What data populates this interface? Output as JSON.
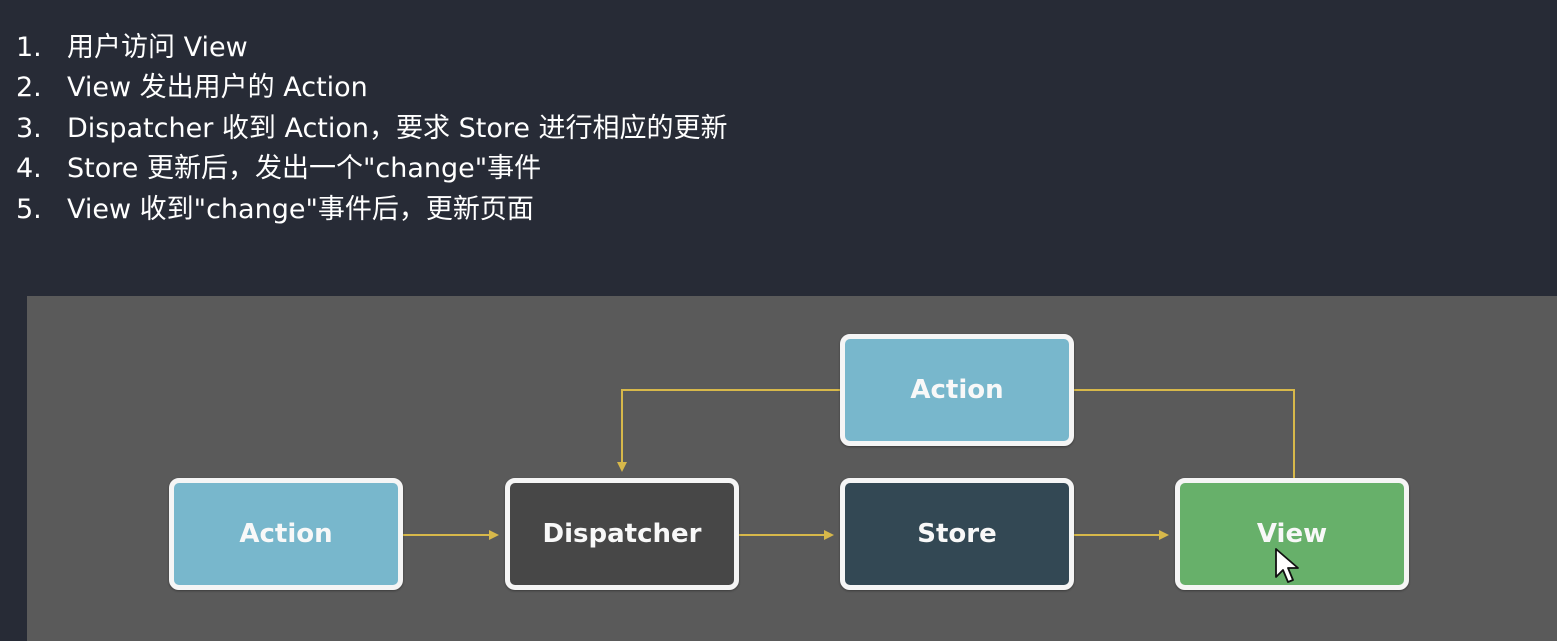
{
  "steps": [
    {
      "number": "1.",
      "text": "用户访问 View"
    },
    {
      "number": "2.",
      "text": "View 发出用户的 Action"
    },
    {
      "number": "3.",
      "text": "Dispatcher 收到 Action，要求 Store 进行相应的更新"
    },
    {
      "number": "4.",
      "text": "Store 更新后，发出一个\"change\"事件"
    },
    {
      "number": "5.",
      "text": "View 收到\"change\"事件后，更新页面"
    }
  ],
  "diagram": {
    "nodes": {
      "action_top": "Action",
      "action_left": "Action",
      "dispatcher": "Dispatcher",
      "store": "Store",
      "view": "View"
    },
    "colors": {
      "background": "#272b36",
      "panel": "#5a5a5a",
      "action": "#78b7cc",
      "dispatcher": "#474747",
      "store": "#334854",
      "view": "#67b06a",
      "connector": "#d7b84a"
    }
  },
  "cursor": {
    "icon": "mouse-pointer-icon"
  }
}
